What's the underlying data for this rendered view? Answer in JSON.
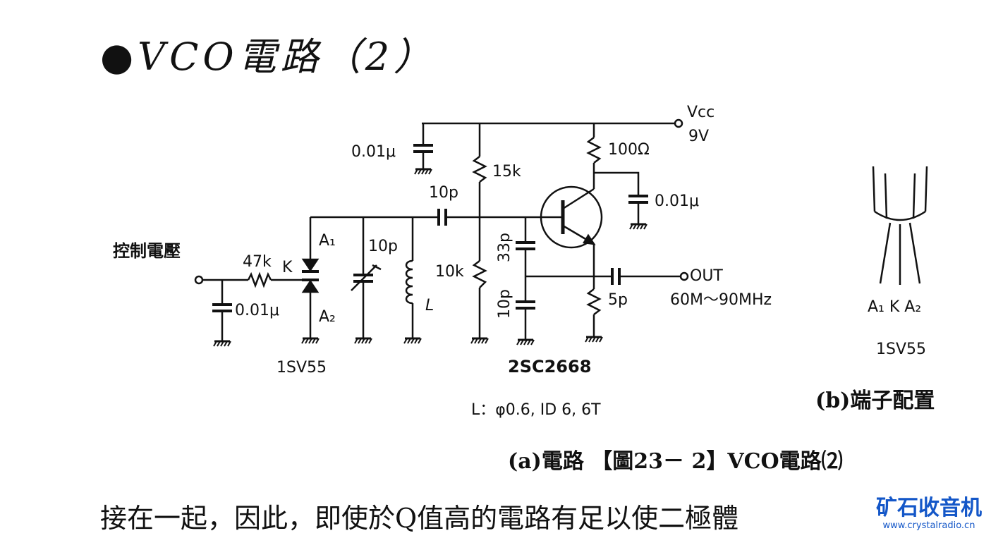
{
  "heading": "●VCO電路（2）",
  "circuit": {
    "control_label": "控制電壓",
    "r_input": "47k",
    "c_input": "0.01μ",
    "diode_k": "K",
    "diode_a1": "A₁",
    "diode_a2": "A₂",
    "diode_part": "1SV55",
    "trimmer_cap": "10p",
    "inductor": "L",
    "c_top_left": "0.01μ",
    "r_bias_top": "15k",
    "c_coupling": "10p",
    "r_bias_bottom": "10k",
    "c_33p": "33p",
    "c_10p_lower": "10p",
    "transistor_part": "2SC2668",
    "r_collector": "100Ω",
    "c_decouple": "0.01μ",
    "vcc_label": "Vcc",
    "vcc_value": "9V",
    "c_out": "5p",
    "out_label": "OUT",
    "freq_range": "60M～90MHz",
    "coil_spec": "L：φ0.6, ID 6, 6T"
  },
  "pinout": {
    "pins": "A₁ K A₂",
    "part": "1SV55",
    "caption": "(b)端子配置"
  },
  "figure_caption": "(a)電路 【圖23－ 2】VCO電路⑵",
  "body_text": "接在一起，因此，即使於Q值高的電路有足以使二極體",
  "watermark": {
    "brand": "矿石收音机",
    "url": "www.crystalradio.cn"
  }
}
